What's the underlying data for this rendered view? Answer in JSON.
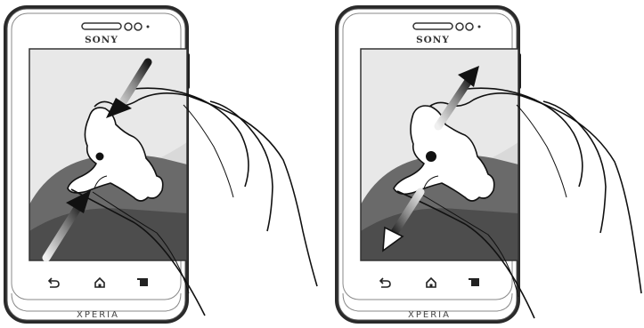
{
  "panels": [
    {
      "brand_top": "SONY",
      "brand_bottom": "XPERIA",
      "gesture": "pinch-in"
    },
    {
      "brand_top": "SONY",
      "brand_bottom": "XPERIA",
      "gesture": "pinch-out"
    }
  ],
  "nav_keys": [
    "back",
    "home",
    "menu"
  ]
}
